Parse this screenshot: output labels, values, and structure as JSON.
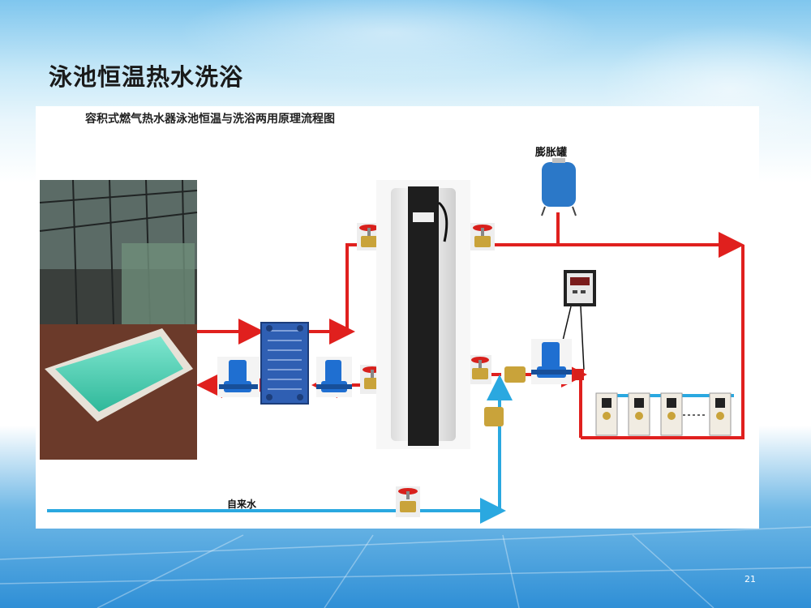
{
  "slide": {
    "title": "泳池恒温热水洗浴",
    "page_number": "21"
  },
  "diagram": {
    "title": "容积式燃气热水器泳池恒温与洗浴两用原理流程图",
    "labels": {
      "expansion_tank": "膨胀罐",
      "tap_water": "自来水"
    }
  },
  "colors": {
    "hot_pipe": "#e0201e",
    "cold_pipe": "#2aa8e0",
    "pump_blue": "#1f6fd1",
    "valve_red": "#d8201c",
    "valve_brass": "#c9a33a",
    "tank_blue": "#2b78c8",
    "pool_water": "#56d3b6"
  },
  "icons": [
    "pool-photo",
    "plate-heat-exchanger-icon",
    "circulation-pump-icon",
    "gate-valve-icon",
    "water-heater-tank-icon",
    "expansion-tank-icon",
    "temperature-controller-icon",
    "check-valve-icon",
    "shower-fixture-icon",
    "flow-arrow-icon"
  ]
}
